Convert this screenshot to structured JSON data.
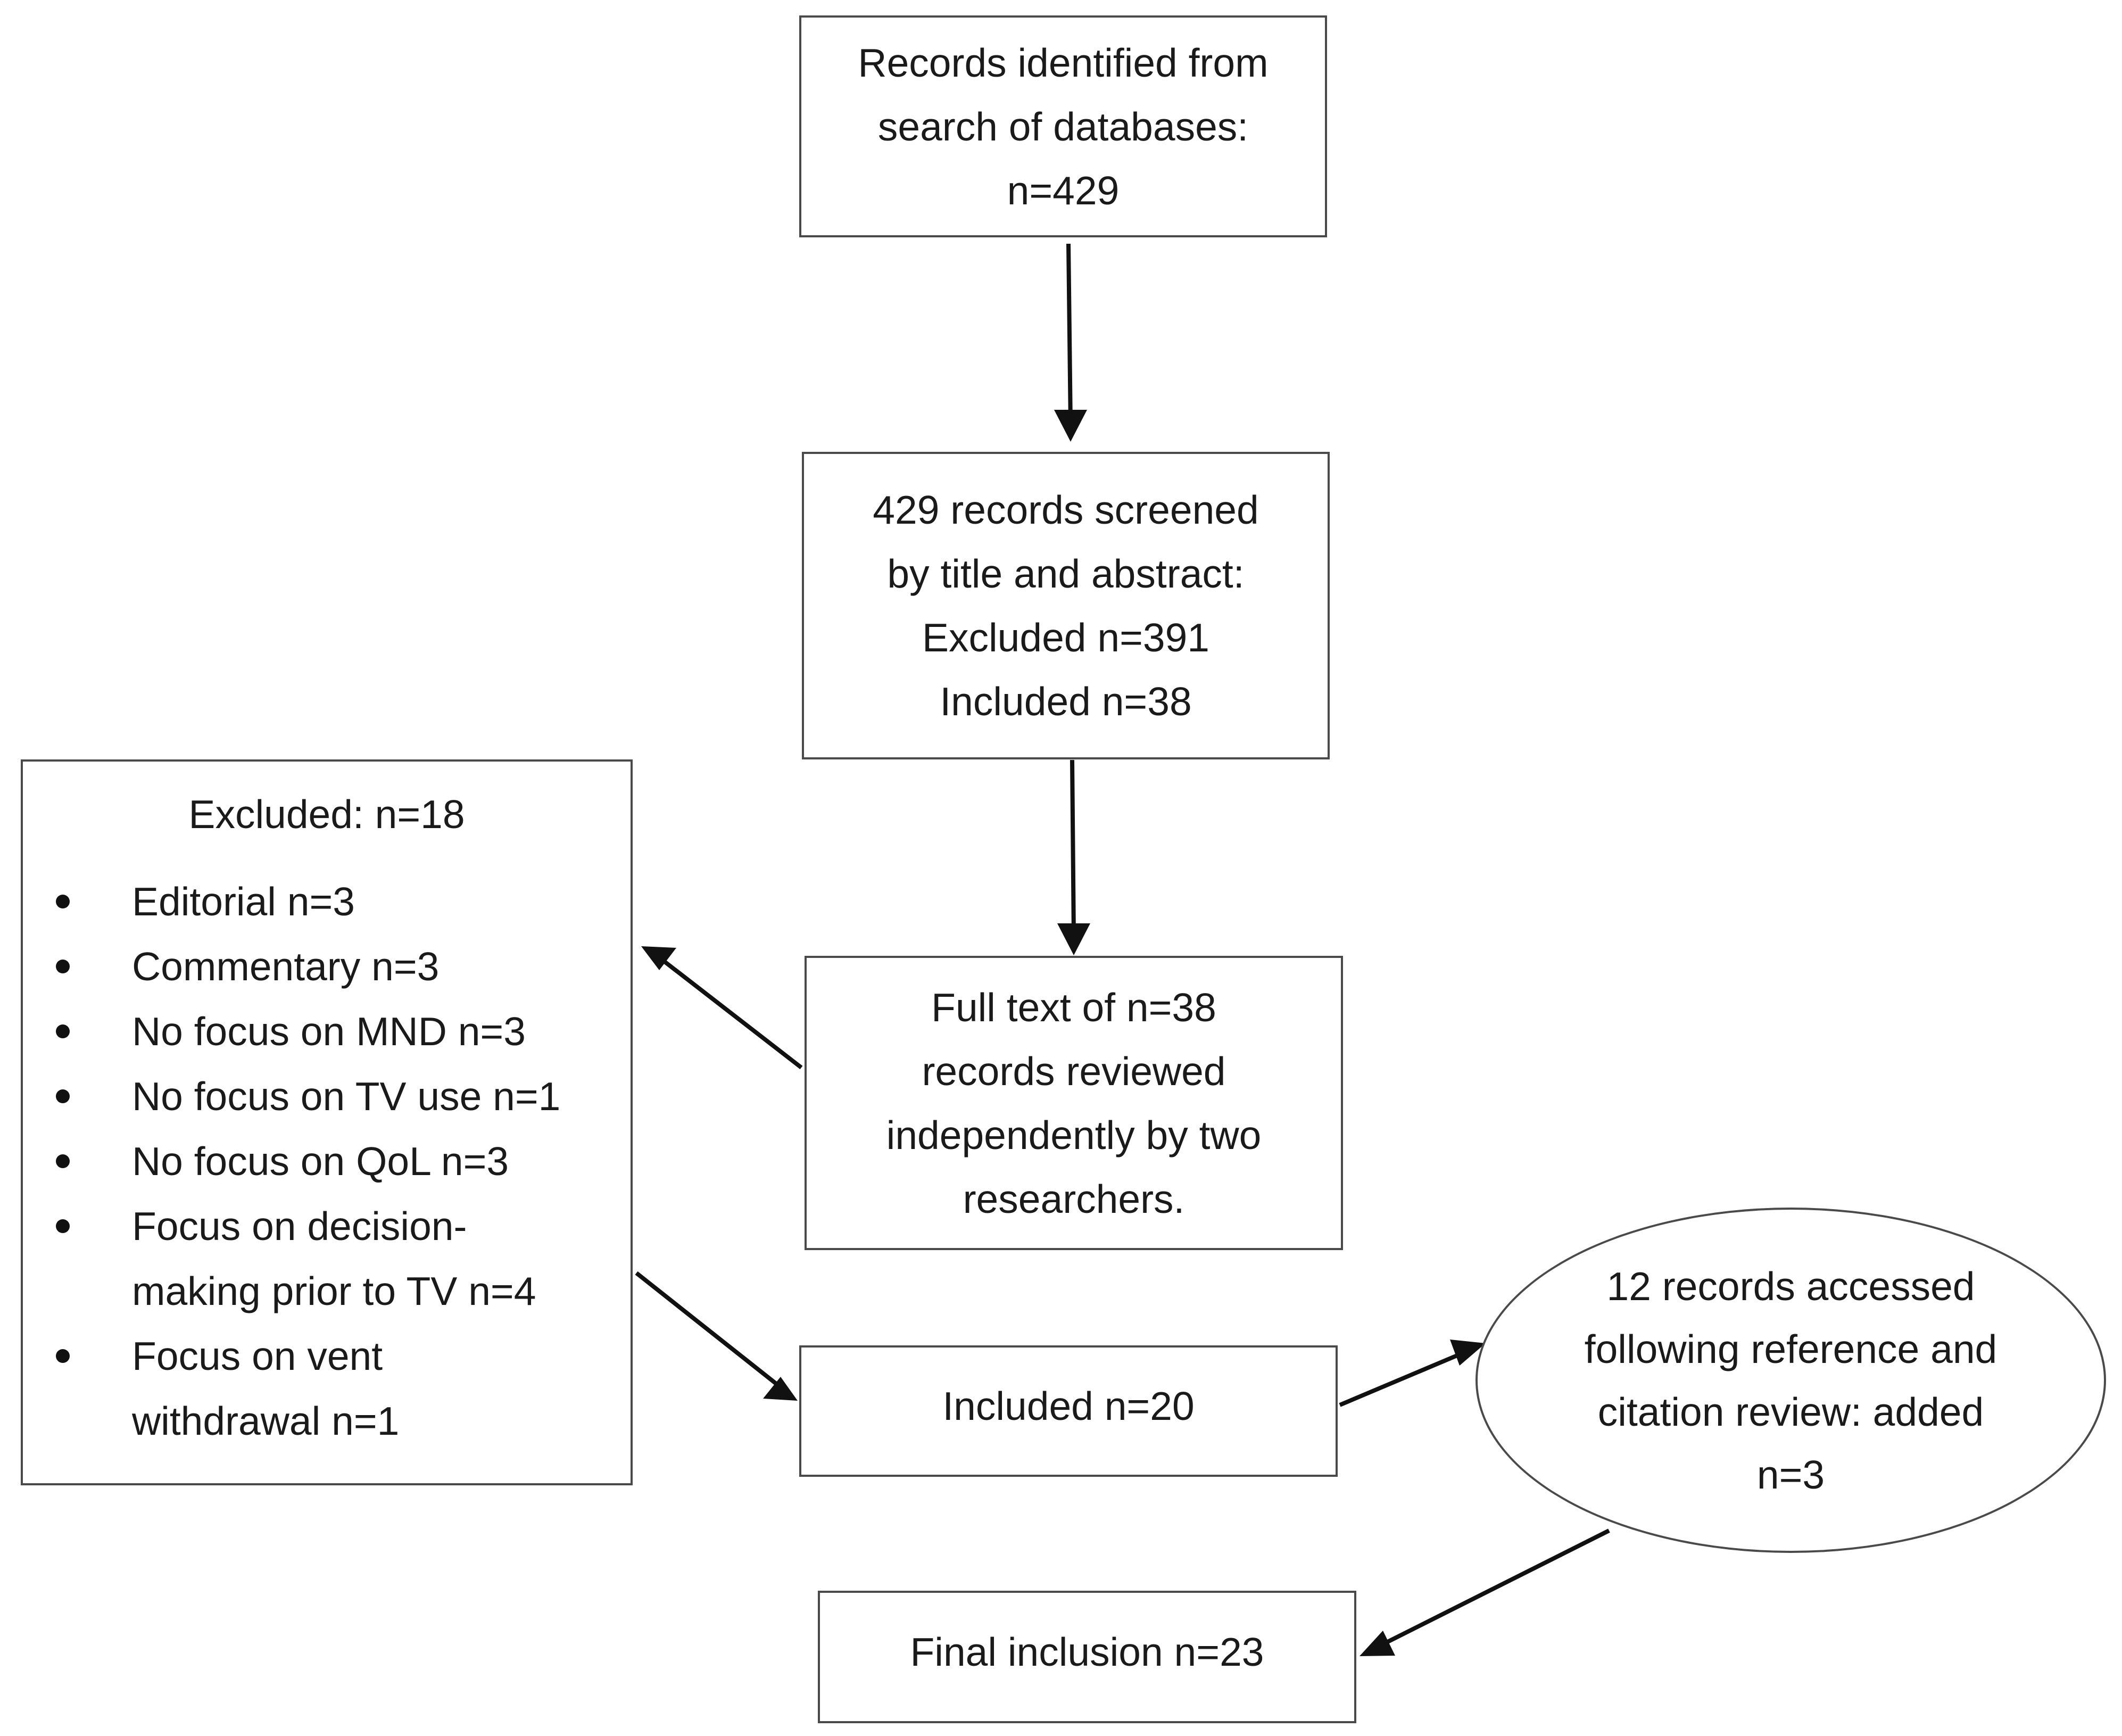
{
  "identified": {
    "lines": [
      "Records identified from",
      "search of databases:",
      "n=429"
    ]
  },
  "screened": {
    "lines": [
      "429 records screened",
      "by title and abstract:",
      "Excluded n=391",
      "Included n=38"
    ]
  },
  "excluded": {
    "heading": "Excluded: n=18",
    "reasons": [
      {
        "lines": [
          "Editorial n=3"
        ]
      },
      {
        "lines": [
          "Commentary n=3"
        ]
      },
      {
        "lines": [
          "No focus on MND n=3"
        ]
      },
      {
        "lines": [
          "No focus on TV use n=1"
        ]
      },
      {
        "lines": [
          "No focus on QoL n=3"
        ]
      },
      {
        "lines": [
          "Focus on decision-",
          "making prior to TV n=4"
        ]
      },
      {
        "lines": [
          "Focus on vent",
          "withdrawal n=1"
        ]
      }
    ]
  },
  "fulltext": {
    "lines": [
      "Full text of n=38",
      "records reviewed",
      "independently by two",
      "researchers."
    ]
  },
  "included": {
    "lines": [
      "Included n=20"
    ]
  },
  "reference_review": {
    "lines": [
      "12 records accessed",
      "following reference and",
      "citation review: added",
      "n=3"
    ]
  },
  "final": {
    "lines": [
      "Final inclusion n=23"
    ]
  },
  "colors": {
    "border": "#4a4a4a",
    "arrow": "#111111",
    "text": "#1a1a1a"
  }
}
